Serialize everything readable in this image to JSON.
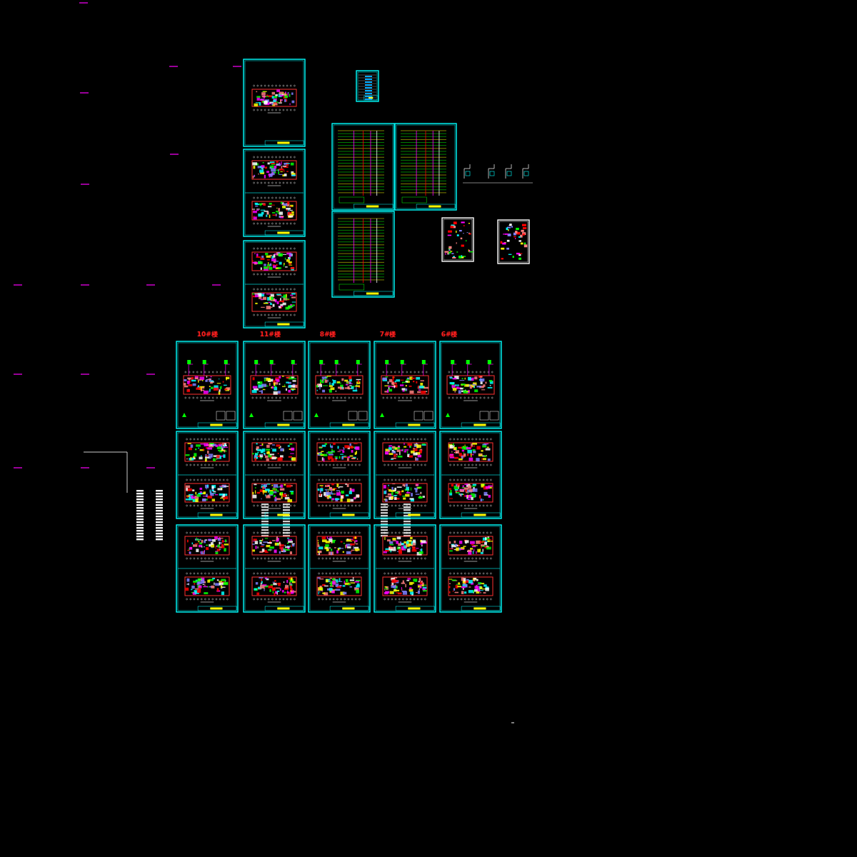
{
  "diagram": {
    "labels": [
      "10#楼",
      "11#楼",
      "8#楼",
      "7#楼",
      "6#楼"
    ]
  }
}
